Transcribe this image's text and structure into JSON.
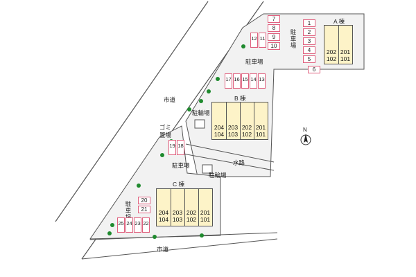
{
  "map": {
    "roads": {
      "city_road_upper": "市道",
      "city_road_lower": "市道",
      "waterway": "水路"
    },
    "buildings": {
      "a": {
        "name": "A 棟",
        "rooms_upper": [
          "202",
          "201"
        ],
        "rooms_lower": [
          "102",
          "101"
        ]
      },
      "b": {
        "name": "B 棟",
        "rooms_upper": [
          "204",
          "203",
          "202",
          "201"
        ],
        "rooms_lower": [
          "104",
          "103",
          "102",
          "101"
        ]
      },
      "c": {
        "name": "C 棟",
        "rooms_upper": [
          "204",
          "203",
          "202",
          "201"
        ],
        "rooms_lower": [
          "104",
          "103",
          "102",
          "101"
        ]
      }
    },
    "parking": {
      "label_top_vertical": "駐車場",
      "label_middle": "駐車場",
      "label_lower_middle": "駐車場",
      "label_c_vertical": "駐車場",
      "spaces_a_column": [
        "1",
        "2",
        "3",
        "4",
        "5",
        "6"
      ],
      "spaces_top_column": [
        "7",
        "8",
        "9",
        "10"
      ],
      "spaces_top_pair": [
        "12",
        "11"
      ],
      "spaces_row_b": [
        "17",
        "16",
        "15",
        "14",
        "13"
      ],
      "spaces_pair_mid": [
        "19",
        "18"
      ],
      "spaces_c_column": [
        "20",
        "21"
      ],
      "spaces_c_row": [
        "25",
        "24",
        "23",
        "22"
      ]
    },
    "bicycle_parking": {
      "upper": "駐輪場",
      "lower": "駐輪場"
    },
    "garbage": {
      "line1": "ゴミ",
      "line2": "置場"
    },
    "compass": {
      "label": "N"
    },
    "colors": {
      "parking_border": "#e0607e",
      "building_fill": "#fdf3c8",
      "tree": "#1f8a2e",
      "lot_fill": "#f2f2f2"
    }
  }
}
